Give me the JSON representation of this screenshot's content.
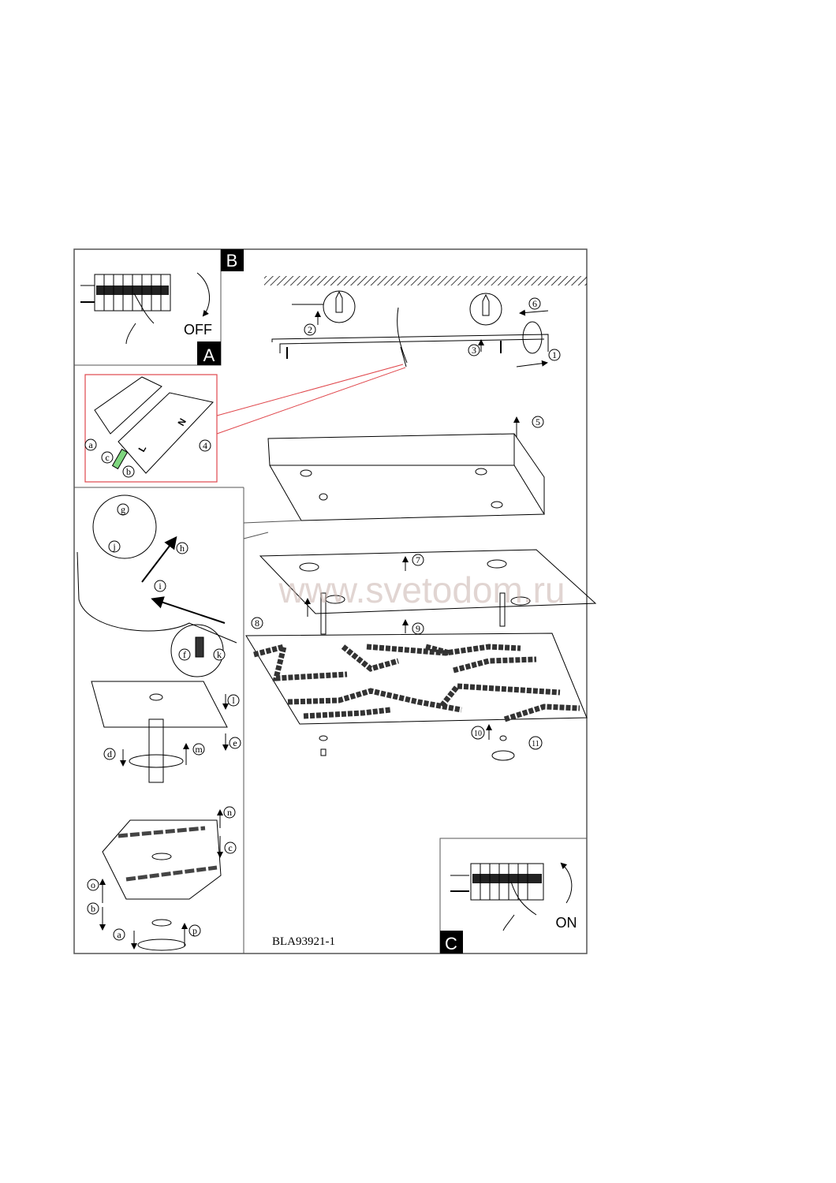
{
  "panels": {
    "power_off": {
      "corner_top": "B",
      "corner_bottom": "A",
      "label": "OFF"
    },
    "power_on": {
      "corner": "C",
      "label": "ON"
    },
    "terminal": {
      "terminal_l": "L",
      "terminal_n": "N"
    }
  },
  "steps": [
    "1",
    "2",
    "3",
    "4",
    "5",
    "6",
    "7",
    "8",
    "9",
    "10",
    "11"
  ],
  "letters": {
    "wiring": [
      "a",
      "c",
      "b"
    ],
    "detail": [
      "g",
      "j",
      "h",
      "i",
      "f",
      "k",
      "l",
      "e",
      "d",
      "m",
      "n",
      "c",
      "o",
      "b",
      "a",
      "p"
    ]
  },
  "document_code": "BLA93921-1",
  "watermark": "www.svetodom.ru",
  "colors": {
    "line": "#000000",
    "callout": "#e0474c",
    "highlight": "#7fd67f"
  }
}
